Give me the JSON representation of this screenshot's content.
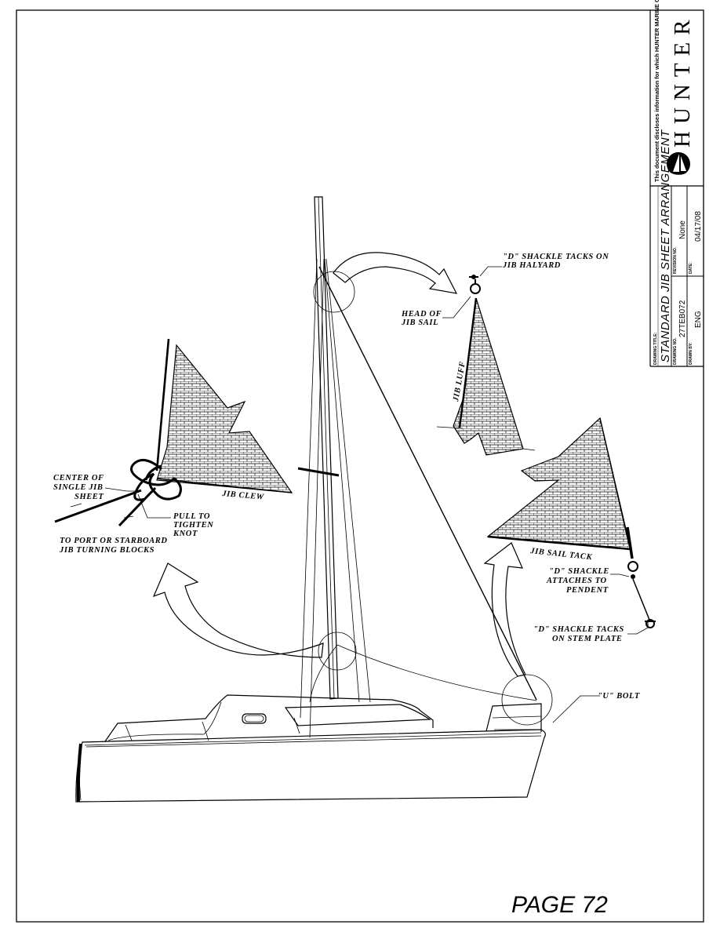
{
  "labels": {
    "d_shackle_halyard_1": "\"D\" SHACKLE TACKS ON",
    "d_shackle_halyard_2": "JIB HALYARD",
    "head_of_jib_1": "HEAD OF",
    "head_of_jib_2": "JIB SAIL",
    "jib_luff": "JIB LUFF",
    "center_jib_1": "CENTER OF",
    "center_jib_2": "SINGLE JIB",
    "center_jib_3": "SHEET",
    "jib_clew": "JIB CLEW",
    "pull_1": "PULL TO",
    "pull_2": "TIGHTEN",
    "pull_3": "KNOT",
    "to_port_1": "TO PORT OR STARBOARD",
    "to_port_2": "JIB TURNING BLOCKS",
    "jib_sail_tack": "JIB SAIL TACK",
    "d_shackle_pendent_1": "\"D\" SHACKLE",
    "d_shackle_pendent_2": "ATTACHES TO",
    "d_shackle_pendent_3": "PENDENT",
    "d_shackle_stem_1": "\"D\" SHACKLE TACKS",
    "d_shackle_stem_2": "ON STEM PLATE",
    "u_bolt": "\"U\" BOLT"
  },
  "title_block": {
    "disclaimer": "This document discloses information for which HUNTER MARINE CORP. has proprietary rights.",
    "brand": "HUNTER",
    "drawing_title_label": "DRAWING TITLE:",
    "drawing_title": "STANDARD JIB SHEET ARRANGEMENT",
    "drawing_no_label": "DRAWING NO.",
    "drawing_no": "27TEB072",
    "revision_label": "REVISION NO.",
    "revision": "None",
    "drawn_by_label": "DRAWN BY:",
    "drawn_by": "ENG",
    "date_label": "DATE:",
    "date": "04/17/08"
  },
  "page_number": "PAGE 72"
}
